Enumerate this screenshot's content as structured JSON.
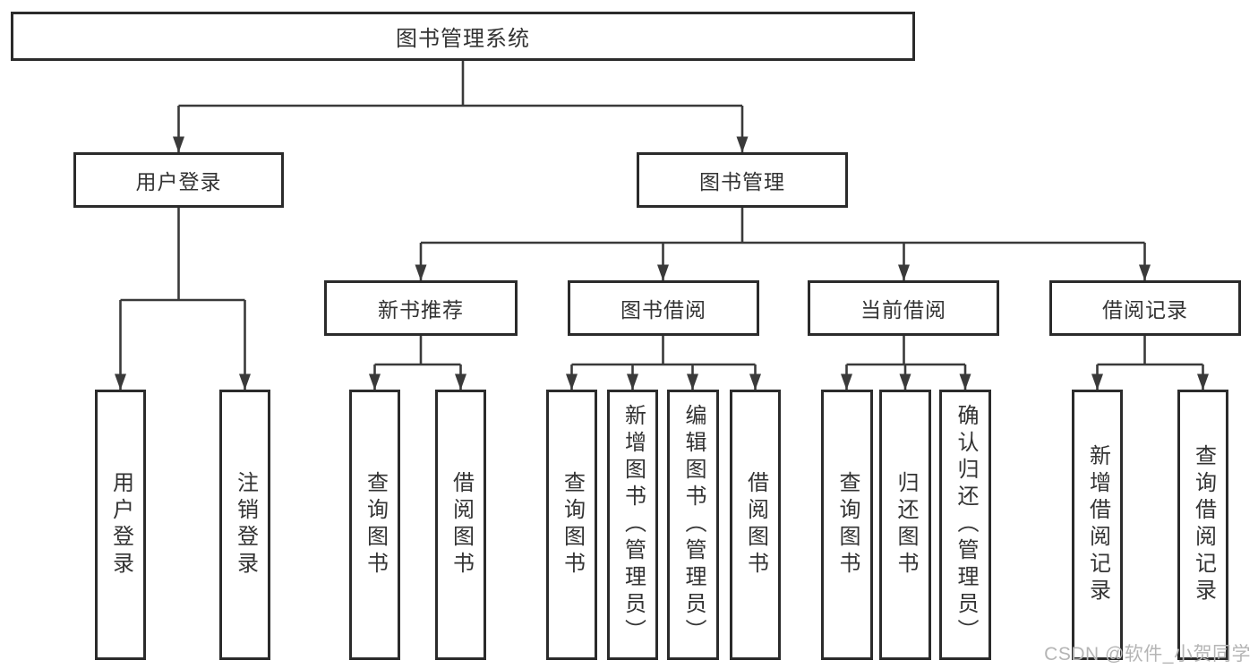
{
  "diagram": {
    "title": "图书管理系统",
    "root": {
      "label": "图书管理系统",
      "children": [
        {
          "label": "用户登录",
          "children": [
            {
              "label": "用户登录"
            },
            {
              "label": "注销登录"
            }
          ]
        },
        {
          "label": "图书管理",
          "children": [
            {
              "label": "新书推荐",
              "children": [
                {
                  "label": "查询图书"
                },
                {
                  "label": "借阅图书"
                }
              ]
            },
            {
              "label": "图书借阅",
              "children": [
                {
                  "label": "查询图书"
                },
                {
                  "label": "新增图书（管理员）"
                },
                {
                  "label": "编辑图书（管理员）"
                },
                {
                  "label": "借阅图书"
                }
              ]
            },
            {
              "label": "当前借阅",
              "children": [
                {
                  "label": "查询图书"
                },
                {
                  "label": "归还图书"
                },
                {
                  "label": "确认归还（管理员）"
                }
              ]
            },
            {
              "label": "借阅记录",
              "children": [
                {
                  "label": "新增借阅记录"
                },
                {
                  "label": "查询借阅记录"
                }
              ]
            }
          ]
        }
      ]
    }
  },
  "watermark": {
    "text": "CSDN @软件_小贺同学"
  },
  "colors": {
    "background": "#ffffff",
    "line": "#3a3a3a",
    "box_border": "#2b2b2b",
    "box_fill": "#ffffff",
    "text": "#333333",
    "watermark": "#b5b5b5"
  }
}
